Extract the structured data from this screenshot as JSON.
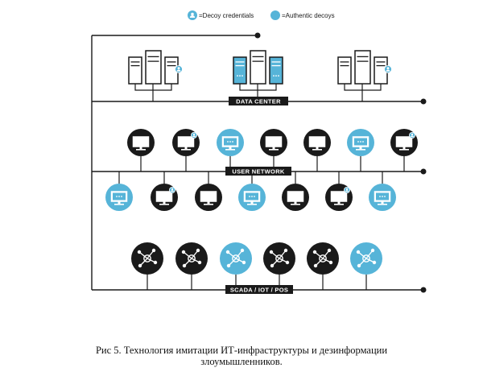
{
  "legend": {
    "decoy_credentials": "=Decoy credentials",
    "authentic_decoys": "=Authentic decoys"
  },
  "segments": {
    "data_center": "DATA CENTER",
    "user_network": "USER NETWORK",
    "scada": "SCADA / IOT / POS"
  },
  "colors": {
    "decoy": "#56b4d8",
    "dark": "#1a1a1a",
    "line": "#1a1a1a"
  },
  "nodes": {
    "servers": [
      "credential",
      "decoy",
      "credential"
    ],
    "workstations_top": [
      "plain",
      "credential",
      "decoy",
      "plain",
      "plain",
      "decoy",
      "credential"
    ],
    "workstations_bottom": [
      "decoy",
      "credential",
      "plain",
      "decoy",
      "plain",
      "credential",
      "decoy"
    ],
    "iot": [
      "plain",
      "plain",
      "decoy",
      "plain",
      "plain",
      "decoy"
    ]
  },
  "caption": {
    "line1": "Рис 5. Технология имитации ИТ-инфраструктуры и дезинформации",
    "line2": "злоумышленников."
  }
}
